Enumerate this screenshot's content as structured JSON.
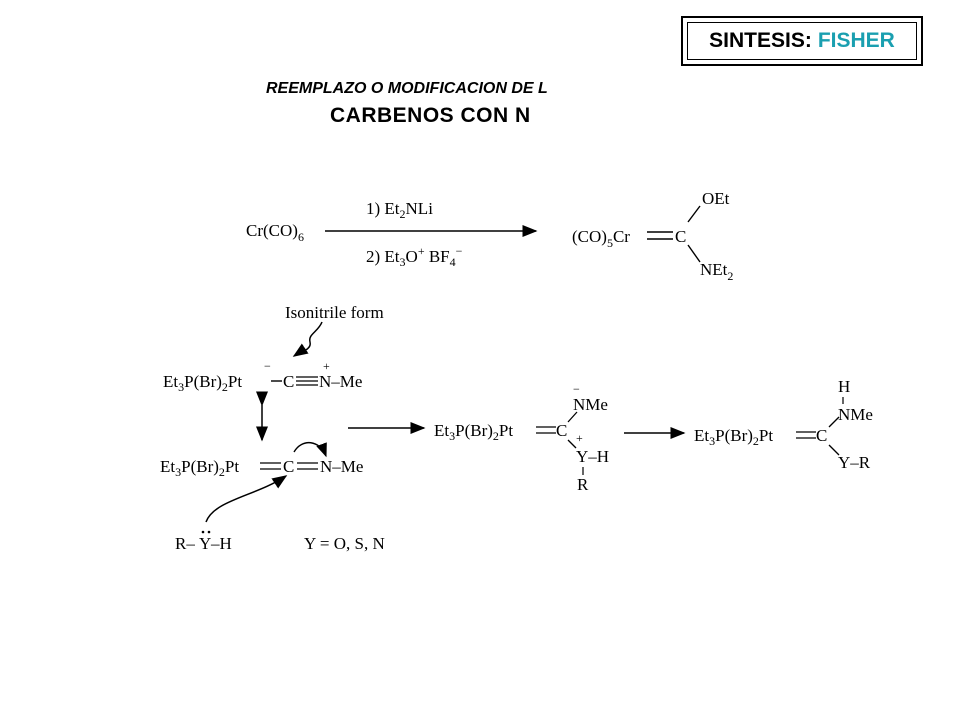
{
  "header": {
    "badge_prefix": "SINTESIS:",
    "badge_accent": "FISHER",
    "accent_color": "#1a9fb0"
  },
  "subtitle": "REEMPLAZO O MODIFICACION DE L",
  "heading": "CARBENOS CON N",
  "scheme": {
    "reaction1": {
      "reactant": "Cr(CO)6",
      "step1": "1) Et2NLi",
      "step2": "2) Et3O+ BF4−",
      "product": "(CO)5Cr=C(OEt)(NEt2)"
    },
    "isonitrile_label": "Isonitrile form",
    "reaction2": {
      "resonance_top": "Et3P(Br)2Pt−C≡N–Me",
      "resonance_bottom": "Et3P(Br)2Pt=C=N–Me",
      "intermediate": "Et3P(Br)2Pt=C(NMe−)(Y+HR)",
      "product": "Et3P(Br)2Pt=C(NHMe)(Y–R)"
    },
    "nucleophile": "R–Ÿ–H",
    "y_definition": "Y = O, S, N"
  }
}
